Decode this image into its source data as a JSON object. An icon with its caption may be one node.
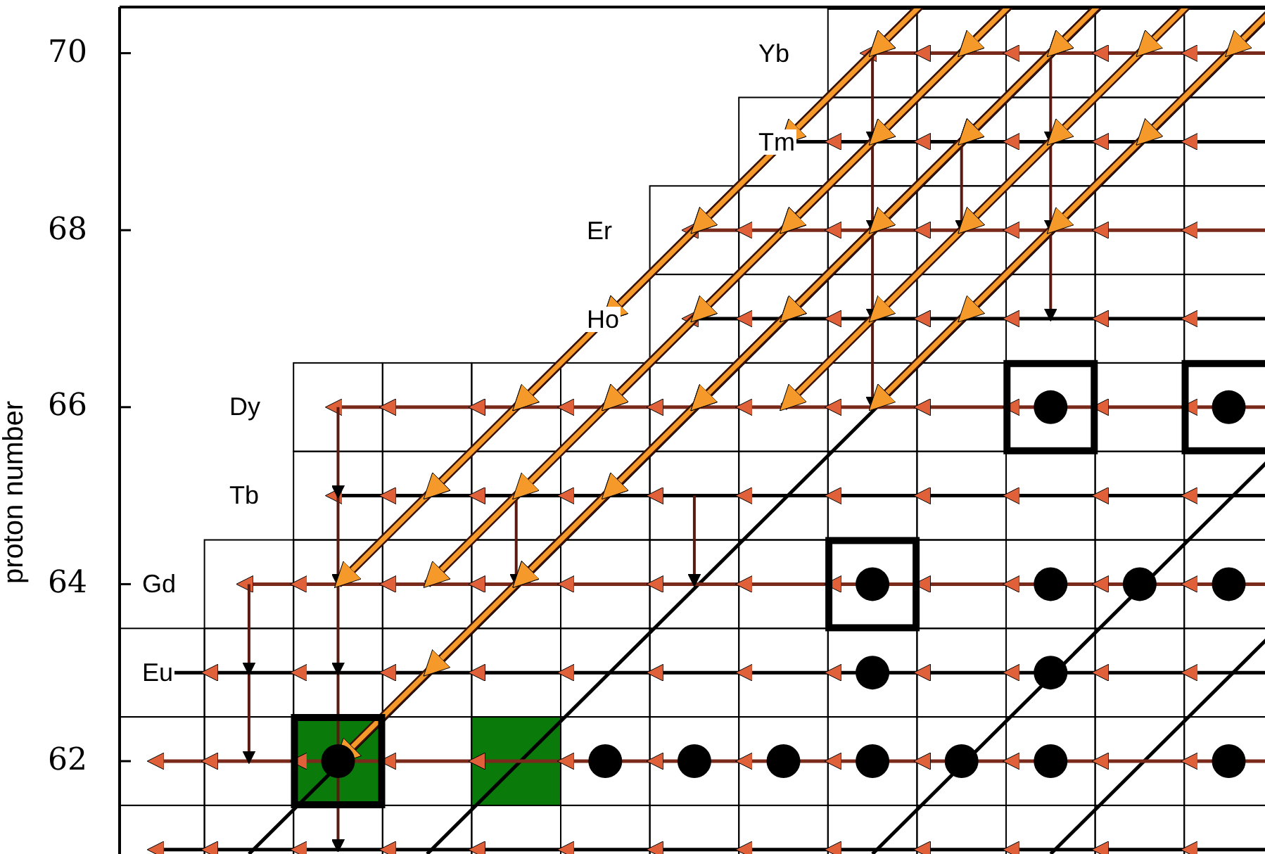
{
  "diagram": {
    "labels": [
      "70",
      "68",
      "66",
      "64",
      "62",
      "proton number",
      "Yb",
      "Tm",
      "Er",
      "Ho",
      "Dy",
      "Tb",
      "Gd",
      "Eu"
    ]
  }
}
